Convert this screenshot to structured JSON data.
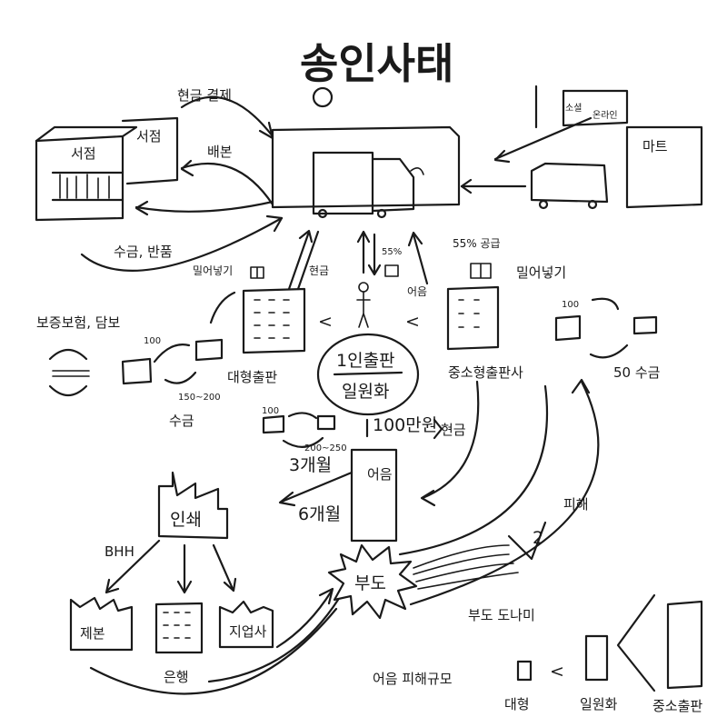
{
  "title": "송인사태",
  "labels": {
    "bookstore_left": "서점",
    "bookstore_right": "서점",
    "mart": "마트",
    "social": "소셜",
    "online": "온라인",
    "cash_payment": "현금 결제",
    "delivery": "배본",
    "collection_return": "수금, 반품",
    "pushing_in_left": "밀어넣기",
    "pushing_in_right": "밀어넣기",
    "cash": "현금",
    "pct_55": "55%",
    "promissory": "어음",
    "pct_55_supply": "55% 공급",
    "guarantee": "보증보험, 담보",
    "hundred_left": "100",
    "hundred_right": "100",
    "hundred_mid": "100",
    "range_150_200": "150~200",
    "collection_left": "수금",
    "collection_right": "50 수금",
    "large_publisher": "대형출판",
    "one_person_pub": "1인출판",
    "one_person_pub_sub": "일원화",
    "small_mid_publisher": "중소형출판사",
    "range_200_250": "200~250",
    "three_months": "3개월",
    "one_million": "100만원",
    "cash_right": "현금",
    "six_months": "6개월",
    "promissory_box": "어음",
    "printing": "인쇄",
    "payment_delay": "BHH",
    "binding": "제본",
    "bank": "은행",
    "paper": "지업사",
    "bankruptcy": "부도",
    "damage": "피해",
    "damage_num": "2",
    "bankruptcy_chain": "부도 도나미",
    "damage_scale": "어음 피해규모",
    "large": "대형",
    "unified": "일원화",
    "small_mid": "중소출판"
  }
}
